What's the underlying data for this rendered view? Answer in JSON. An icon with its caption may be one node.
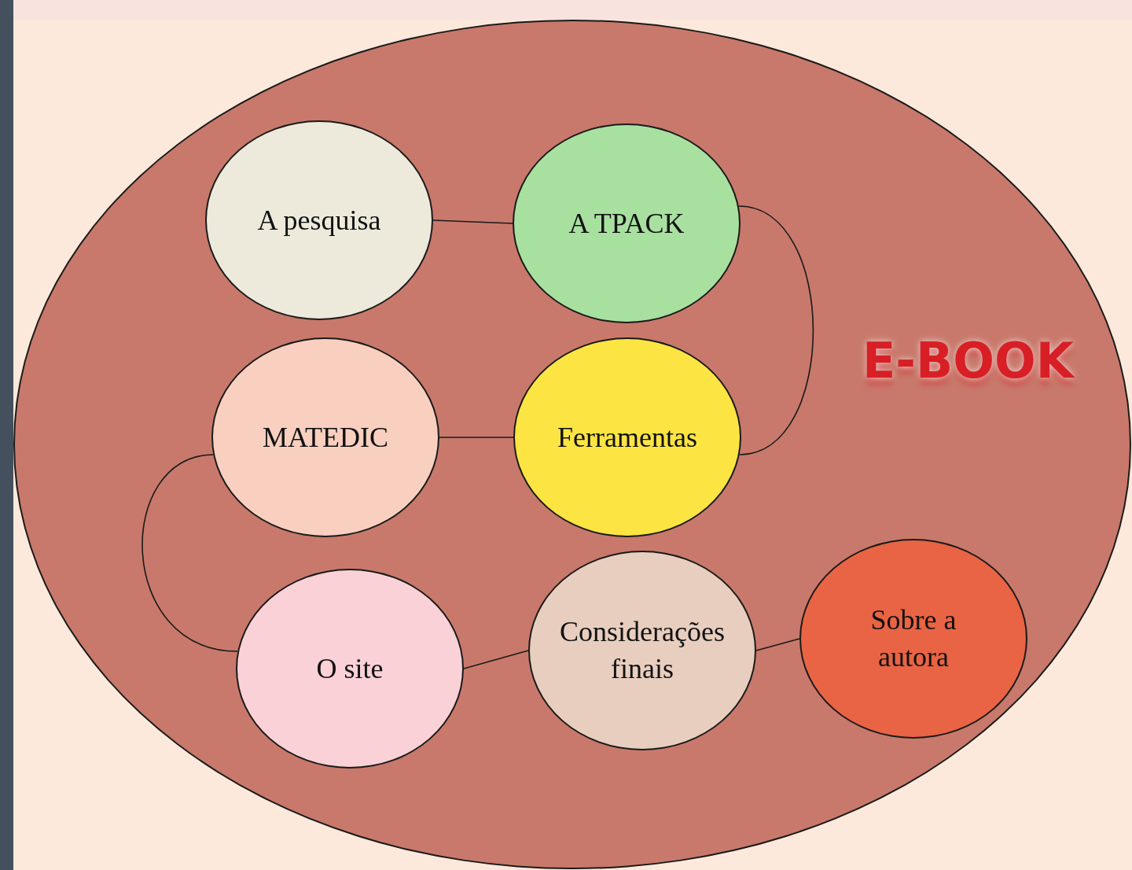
{
  "diagram": {
    "nodes": [
      {
        "text": [
          "E-BOOK"
        ]
      },
      {
        "text": [
          "A pesquisa"
        ],
        "in": 0
      },
      {
        "text": [
          "A TPACK"
        ],
        "in": 0
      },
      {
        "text": [
          "MATEDIC"
        ],
        "in": 0
      },
      {
        "text": [
          "Ferramentas"
        ],
        "in": 0
      },
      {
        "text": [
          "O site"
        ],
        "in": 0
      },
      {
        "text": [
          "Considerações finais"
        ],
        "in": 0
      },
      {
        "text": [
          "Sobre a autora"
        ],
        "in": 0
      }
    ],
    "edges": [
      {
        "from": 1,
        "to": 2,
        "arrow": "none"
      },
      {
        "from": 2,
        "to": 4,
        "arrow": "none"
      },
      {
        "from": 3,
        "to": 4,
        "arrow": "none"
      },
      {
        "from": 3,
        "to": 5,
        "arrow": "none"
      },
      {
        "from": 5,
        "to": 6,
        "arrow": "none"
      },
      {
        "from": 6,
        "to": 7,
        "arrow": "none"
      }
    ]
  }
}
